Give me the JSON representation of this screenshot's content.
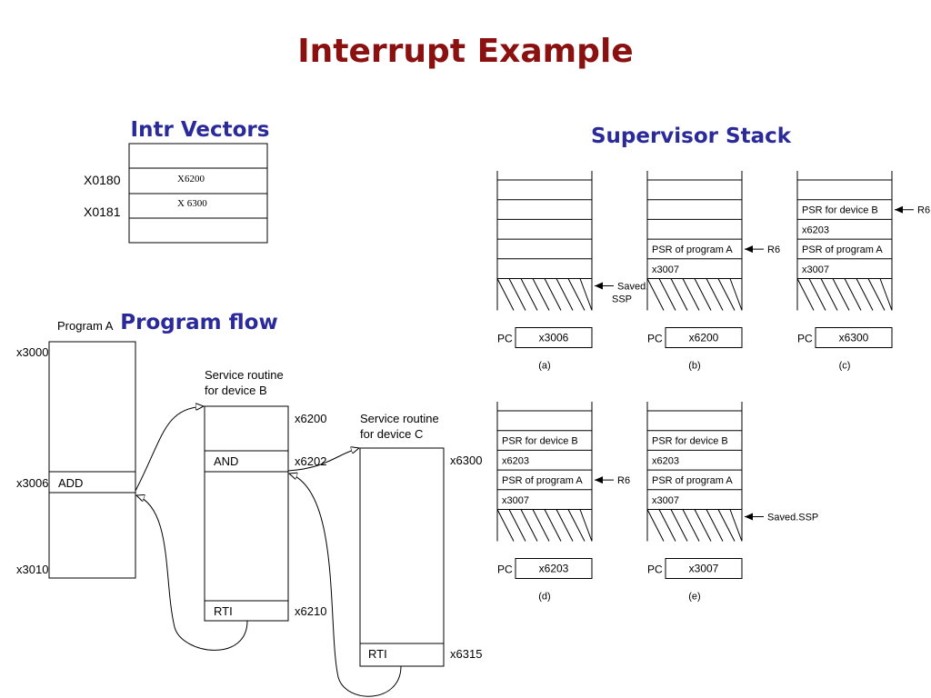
{
  "title": "Interrupt Example",
  "colors": {
    "title": "#8b1010",
    "heading": "#2a2a9a",
    "line": "#000000"
  },
  "intr_vectors": {
    "heading": "Intr Vectors",
    "rows": [
      {
        "addr": "",
        "value": ""
      },
      {
        "addr": "X0180",
        "value": "X6200"
      },
      {
        "addr": "X0181",
        "value": "X 6300"
      },
      {
        "addr": "",
        "value": ""
      }
    ]
  },
  "program_flow": {
    "heading": "Program flow",
    "program_a": {
      "label": "Program A",
      "start": "x3000",
      "add_addr": "x3006",
      "add_instr": "ADD",
      "end": "x3010"
    },
    "routine_b": {
      "label_line1": "Service routine",
      "label_line2": "for device B",
      "start": "x6200",
      "and_instr": "AND",
      "and_addr": "x6202",
      "rti_instr": "RTI",
      "rti_addr": "x6210"
    },
    "routine_c": {
      "label_line1": "Service routine",
      "label_line2": "for device C",
      "start": "x6300",
      "rti_instr": "RTI",
      "rti_addr": "x6315"
    }
  },
  "supervisor_stack": {
    "heading": "Supervisor Stack",
    "pc_label": "PC",
    "r6_label": "R6",
    "stacks": [
      {
        "caption": "(a)",
        "pc": "x3006",
        "entries": [
          "",
          "",
          "",
          "",
          ""
        ],
        "pointer_label": "Saved.",
        "pointer_label2": "SSP"
      },
      {
        "caption": "(b)",
        "pc": "x6200",
        "entries": [
          "",
          "",
          "",
          "PSR of program A",
          "x3007"
        ],
        "pointer_label": "R6",
        "pointer_label2": ""
      },
      {
        "caption": "(c)",
        "pc": "x6300",
        "entries": [
          "",
          "PSR for device  B",
          "x6203",
          "PSR of program A",
          "x3007"
        ],
        "pointer_label": "R6",
        "pointer_label2": ""
      },
      {
        "caption": "(d)",
        "pc": "x6203",
        "entries": [
          "",
          "PSR for device  B",
          "x6203",
          "PSR of program A",
          "x3007"
        ],
        "pointer_label": "R6",
        "pointer_label2": ""
      },
      {
        "caption": "(e)",
        "pc": "x3007",
        "entries": [
          "",
          "PSR for device  B",
          "x6203",
          "PSR of program A",
          "x3007"
        ],
        "pointer_label": "Saved.SSP",
        "pointer_label2": ""
      }
    ]
  }
}
